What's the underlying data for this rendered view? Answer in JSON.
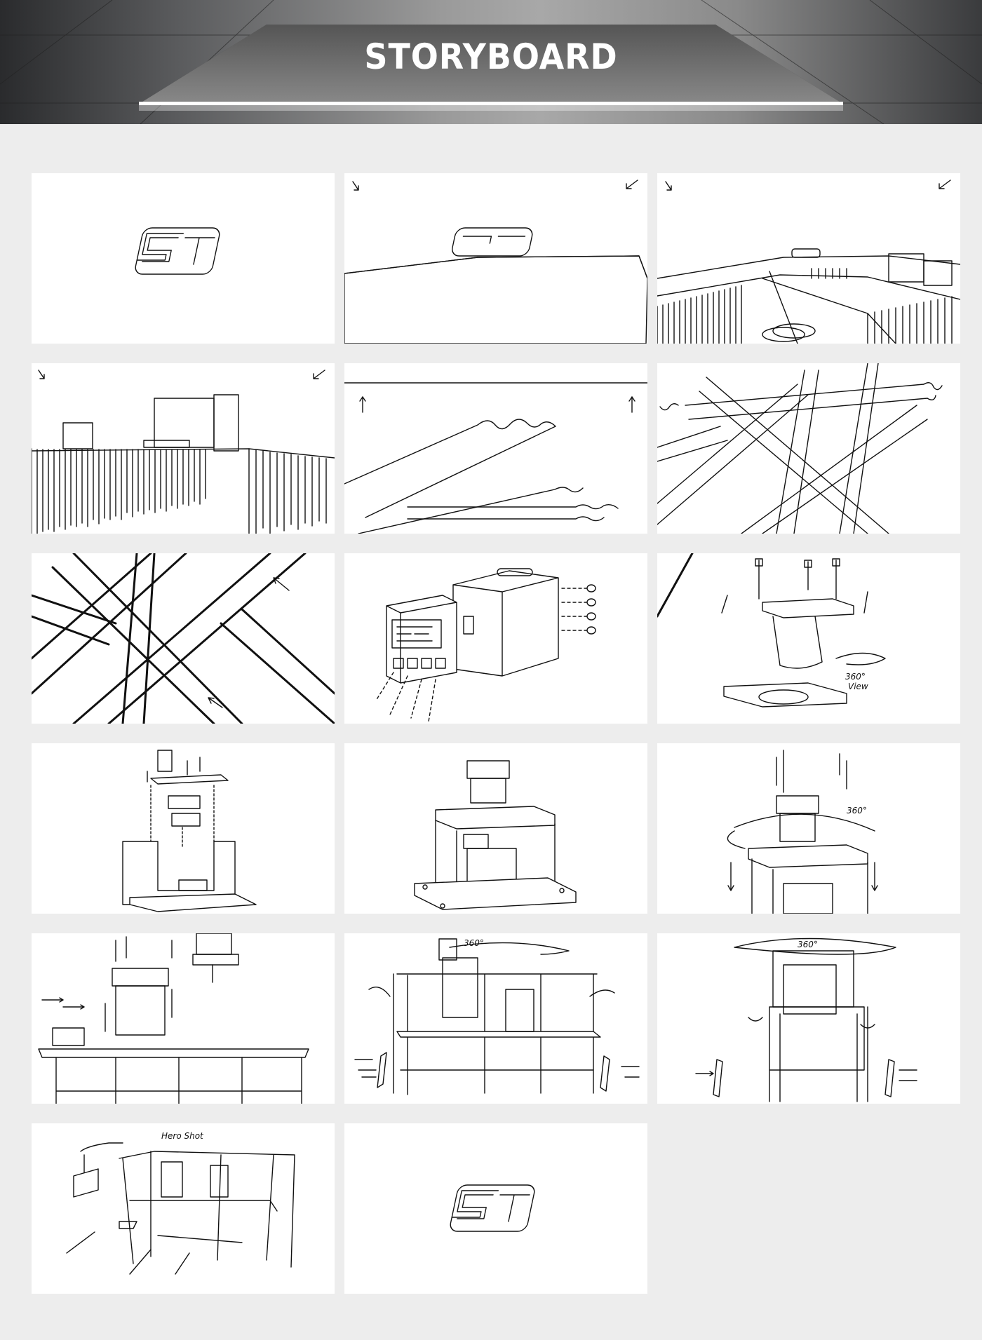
{
  "header": {
    "title": "STORYBOARD"
  },
  "logo_text": "ST",
  "panels": [
    {
      "id": 1,
      "scene": "logo"
    },
    {
      "id": 2,
      "scene": "logo-on-plane"
    },
    {
      "id": 3,
      "scene": "machine-top-view"
    },
    {
      "id": 4,
      "scene": "machine-side-view"
    },
    {
      "id": 5,
      "scene": "frame-beams"
    },
    {
      "id": 6,
      "scene": "frame-structure"
    },
    {
      "id": 7,
      "scene": "frame-closeup"
    },
    {
      "id": 8,
      "scene": "control-box-exploded"
    },
    {
      "id": 9,
      "scene": "cylinder-exploded",
      "annotation": "360°",
      "annotation2": "View"
    },
    {
      "id": 10,
      "scene": "press-exploded"
    },
    {
      "id": 11,
      "scene": "press-assembled"
    },
    {
      "id": 12,
      "scene": "press-rotate",
      "annotation": "360°"
    },
    {
      "id": 13,
      "scene": "table-assembly"
    },
    {
      "id": 14,
      "scene": "cell-rotate",
      "annotation": "360°"
    },
    {
      "id": 15,
      "scene": "cell-front-rotate",
      "annotation": "360°"
    },
    {
      "id": 16,
      "scene": "hero",
      "annotation": "Hero Shot"
    },
    {
      "id": 17,
      "scene": "logo-end"
    }
  ]
}
